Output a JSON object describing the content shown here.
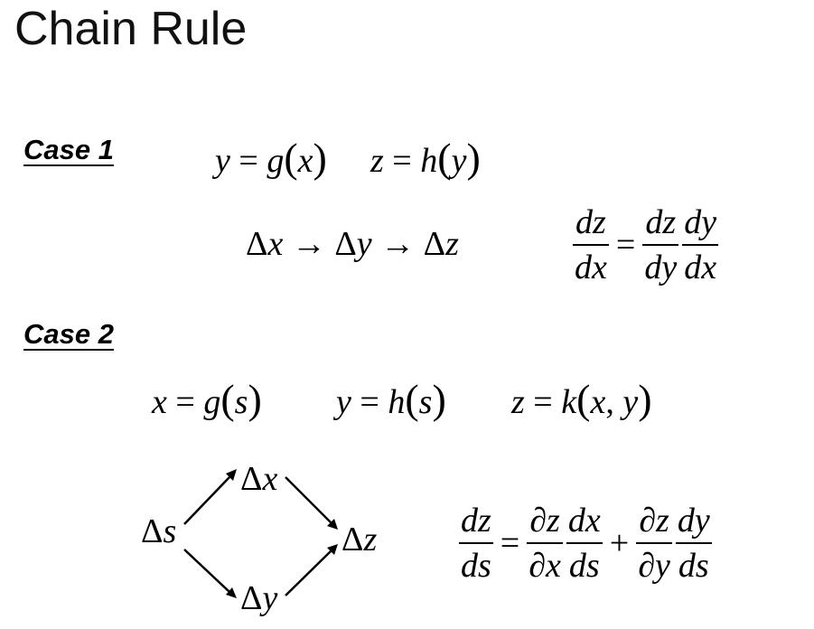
{
  "title": "Chain Rule",
  "case1": {
    "label": "Case 1",
    "y_eq": "y = g(x)",
    "z_eq": "z = h(y)",
    "chain": "Δx → Δy → Δz",
    "formula": {
      "lhs_num": "dz",
      "lhs_den": "dx",
      "r1_num": "dz",
      "r1_den": "dy",
      "r2_num": "dy",
      "r2_den": "dx"
    }
  },
  "case2": {
    "label": "Case 2",
    "x_eq": "x = g(s)",
    "y_eq": "y = h(s)",
    "z_eq": "z = k(x, y)",
    "diagram": {
      "s": "Δs",
      "x": "Δx",
      "y": "Δy",
      "z": "Δz"
    },
    "formula": {
      "lhs_num": "dz",
      "lhs_den": "ds",
      "t1a_num": "∂z",
      "t1a_den": "∂x",
      "t1b_num": "dx",
      "t1b_den": "ds",
      "t2a_num": "∂z",
      "t2a_den": "∂y",
      "t2b_num": "dy",
      "t2b_den": "ds",
      "equals": "=",
      "plus": "+"
    }
  }
}
